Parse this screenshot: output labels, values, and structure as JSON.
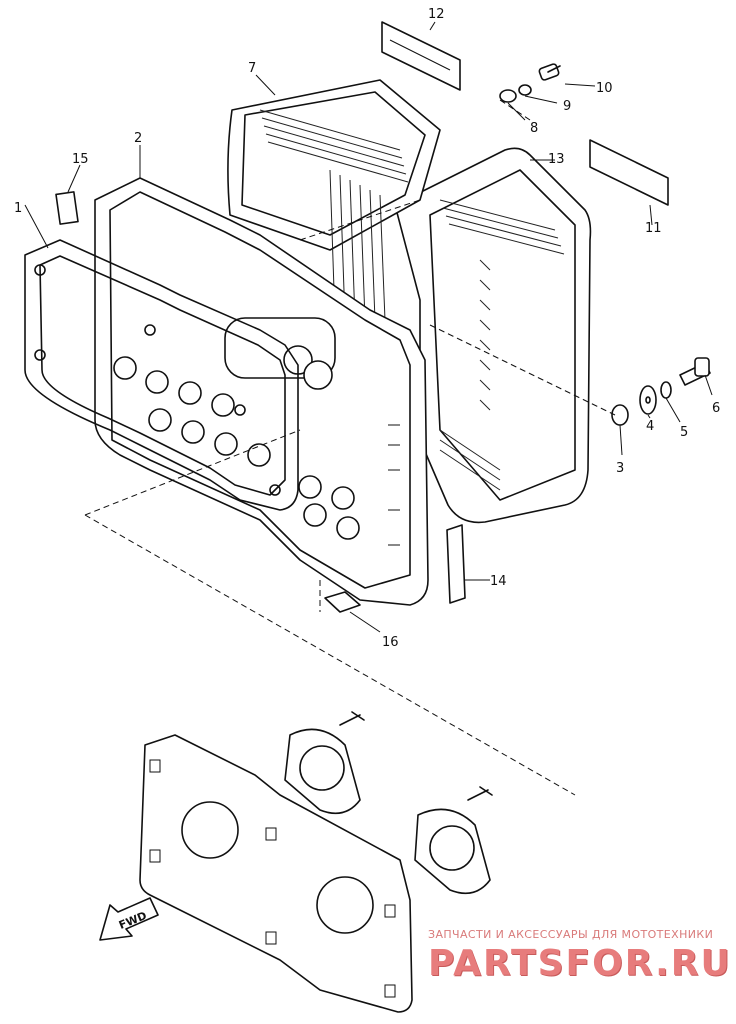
{
  "diagram": {
    "labels": {
      "p1": "1",
      "p2": "2",
      "p3": "3",
      "p4": "4",
      "p5": "5",
      "p6": "6",
      "p7": "7",
      "p8": "8",
      "p9": "9",
      "p10": "10",
      "p11": "11",
      "p12": "12",
      "p13": "13",
      "p14": "14",
      "p15": "15",
      "p16": "16"
    },
    "fwd_label": "FWD"
  },
  "watermark": {
    "tagline": "ЗАПЧАСТИ И АКСЕССУАРЫ ДЛЯ МОТОТЕХНИКИ",
    "logo": "PARTSFOR.RU"
  }
}
